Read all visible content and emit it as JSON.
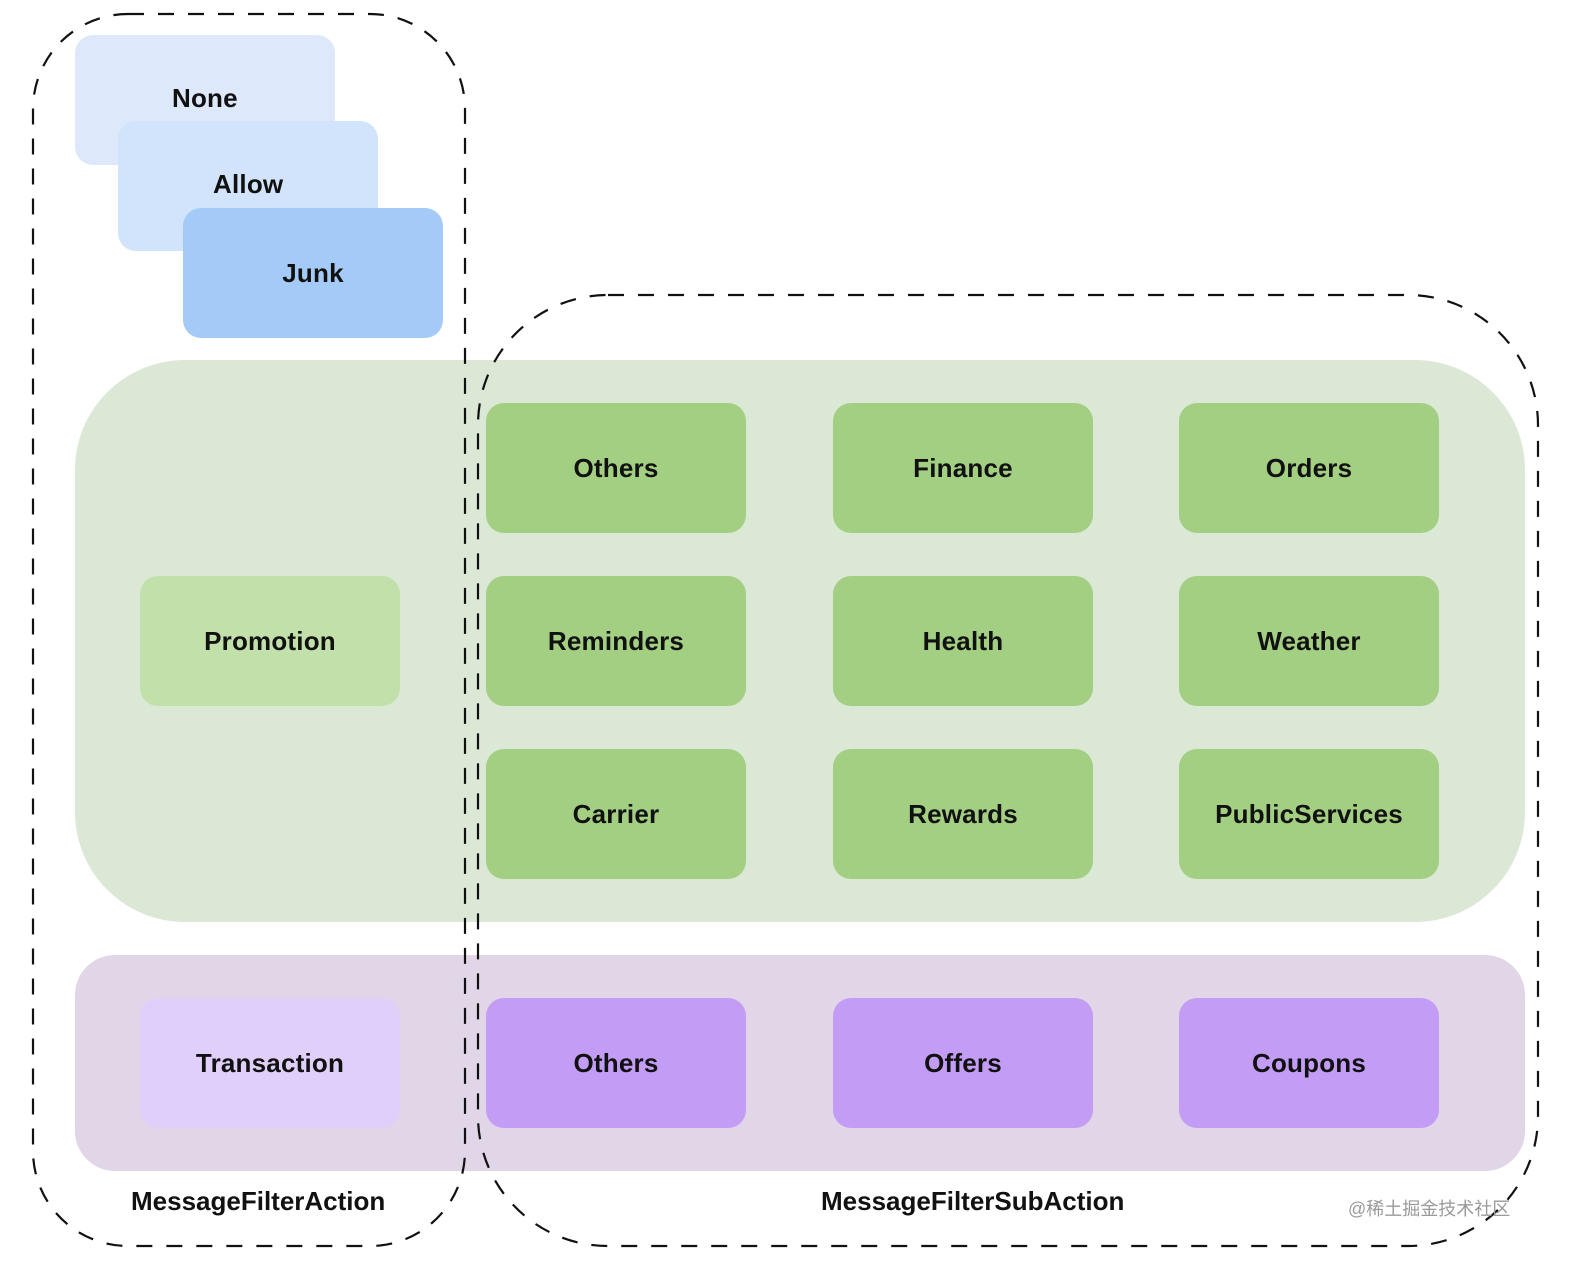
{
  "actions": {
    "none": "None",
    "allow": "Allow",
    "junk": "Junk"
  },
  "promotion": {
    "label": "Promotion",
    "subactions": [
      "Others",
      "Finance",
      "Orders",
      "Reminders",
      "Health",
      "Weather",
      "Carrier",
      "Rewards",
      "PublicServices"
    ]
  },
  "transaction": {
    "label": "Transaction",
    "subactions": [
      "Others",
      "Offers",
      "Coupons"
    ]
  },
  "groups": {
    "action_label": "MessageFilterAction",
    "subaction_label": "MessageFilterSubAction"
  },
  "watermark": "@稀土掘金技术社区",
  "colors": {
    "none_box": "#dde8fa",
    "allow_box": "#d1e4fb",
    "junk_box": "#a4cbf7",
    "promotion_panel": "#dbe8d6",
    "promotion_box": "#c2e0aa",
    "subaction_green": "#a3cf83",
    "transaction_panel": "#e0d6e7",
    "transaction_box": "#e0cffa",
    "subaction_purple": "#c39cf6",
    "dash": "#111111"
  }
}
